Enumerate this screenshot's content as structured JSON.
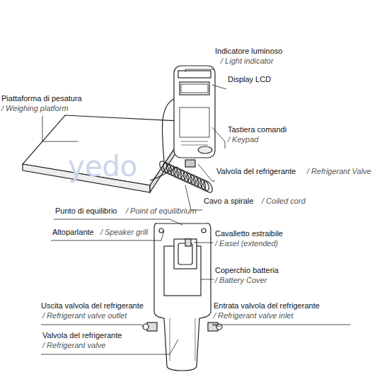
{
  "diagram": {
    "labels": [
      "Indicatore luminoso",
      "/ Light indicator",
      "Display LCD",
      "Piattaforma di pesatura",
      "/ Weighing platform",
      "Tastiera comandi",
      "/ Keypad",
      "Valvola del refrigerante",
      "/ Refrigerant Valve",
      "Cavo a spirale",
      "/ Coiled cord",
      "Punto di equilibrio",
      "/ Point of equilibrium",
      "Altoparlante",
      "/ Speaker grill",
      "Cavalletto estraibile",
      "/ Easel (extended)",
      "Coperchio batteria",
      "/ Battery Cover",
      "Uscita valvola del refrigerante",
      "/ Refrigerant valve outlet",
      "Entrata valvola del refrigerante",
      "/ Refrigerant valve inlet",
      "Valvola del refrigerante",
      "/ Refrigerant valve",
      "yedo"
    ]
  }
}
